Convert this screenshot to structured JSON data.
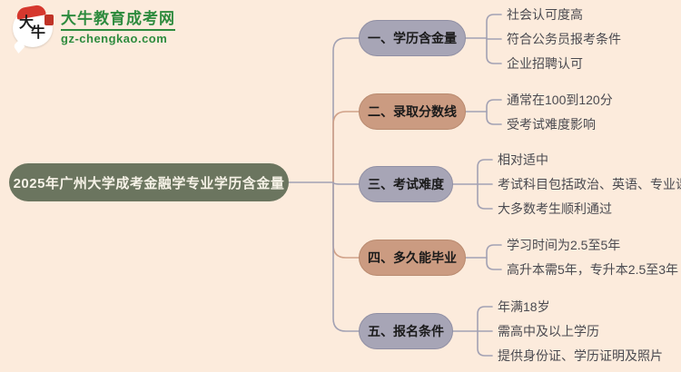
{
  "logo": {
    "title": "大牛教育成考网",
    "subtitle": "gz-chengkao.com",
    "mark_top": "大",
    "mark_bottom": "牛"
  },
  "root": {
    "label": "2025年广州大学成考金融学专业学历含金量"
  },
  "branches": [
    {
      "label": "一、学历含金量",
      "color": "gray",
      "children": [
        "社会认可度高",
        "符合公务员报考条件",
        "企业招聘认可"
      ]
    },
    {
      "label": "二、录取分数线",
      "color": "tan",
      "children": [
        "通常在100到120分",
        "受考试难度影响"
      ]
    },
    {
      "label": "三、考试难度",
      "color": "gray",
      "children": [
        "相对适中",
        "考试科目包括政治、英语、专业课程",
        "大多数考生顺利通过"
      ]
    },
    {
      "label": "四、多久能毕业",
      "color": "tan",
      "children": [
        "学习时间为2.5至5年",
        "高升本需5年，专升本2.5至3年"
      ]
    },
    {
      "label": "五、报名条件",
      "color": "gray",
      "children": [
        "年满18岁",
        "需高中及以上学历",
        "提供身份证、学历证明及照片"
      ]
    }
  ],
  "colors": {
    "background": "#fcebdc",
    "root_green": "#6b755f",
    "node_gray": "#a7a5b6",
    "node_tan": "#cb9b81",
    "line_gray": "#a2a1b3",
    "line_tan": "#d0a188",
    "brand_green": "#2e8b3e",
    "logo_red": "#d6382e"
  }
}
